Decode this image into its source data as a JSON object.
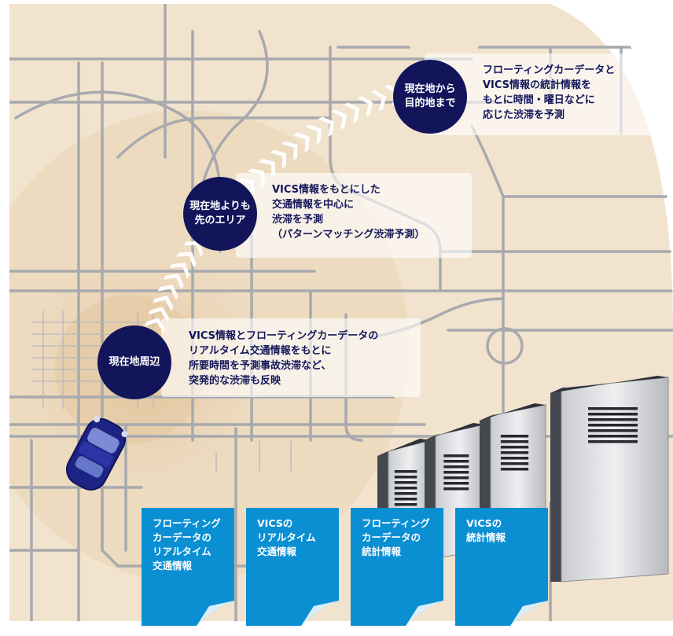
{
  "colors": {
    "map_background": "#f1e3cd",
    "range_tint": "#e5ccaa",
    "roads": "#a7a9ae",
    "circle_fill": "#12155a",
    "card_blue": "#0b8fd3",
    "text_navy": "#12155a"
  },
  "stages": [
    {
      "circle_label": "現在地から\n目的地まで",
      "description": "フローティングカーデータと\nVICS情報の統計情報を\nもとに時間・曜日などに\n応じた渋滞を予測"
    },
    {
      "circle_label": "現在地よりも\n先のエリア",
      "description": "VICS情報をもとにした\n交通情報を中心に\n渋滞を予測\n（パターンマッチング渋滞予測）"
    },
    {
      "circle_label": "現在地周辺",
      "description": "VICS情報とフローティングカーデータの\nリアルタイム交通情報をもとに\n所要時間を予測事故渋滞など、\n突発的な渋滞も反映"
    }
  ],
  "data_cards": [
    {
      "label": "フローティング\nカーデータの\nリアルタイム\n交通情報"
    },
    {
      "label": "VICSの\nリアルタイム\n交通情報"
    },
    {
      "label": "フローティング\nカーデータの\n統計情報"
    },
    {
      "label": "VICSの\n統計情報"
    }
  ],
  "icons": {
    "car": "car-icon",
    "servers": "server-rack-icon",
    "route": "chevron-route-arrows"
  }
}
